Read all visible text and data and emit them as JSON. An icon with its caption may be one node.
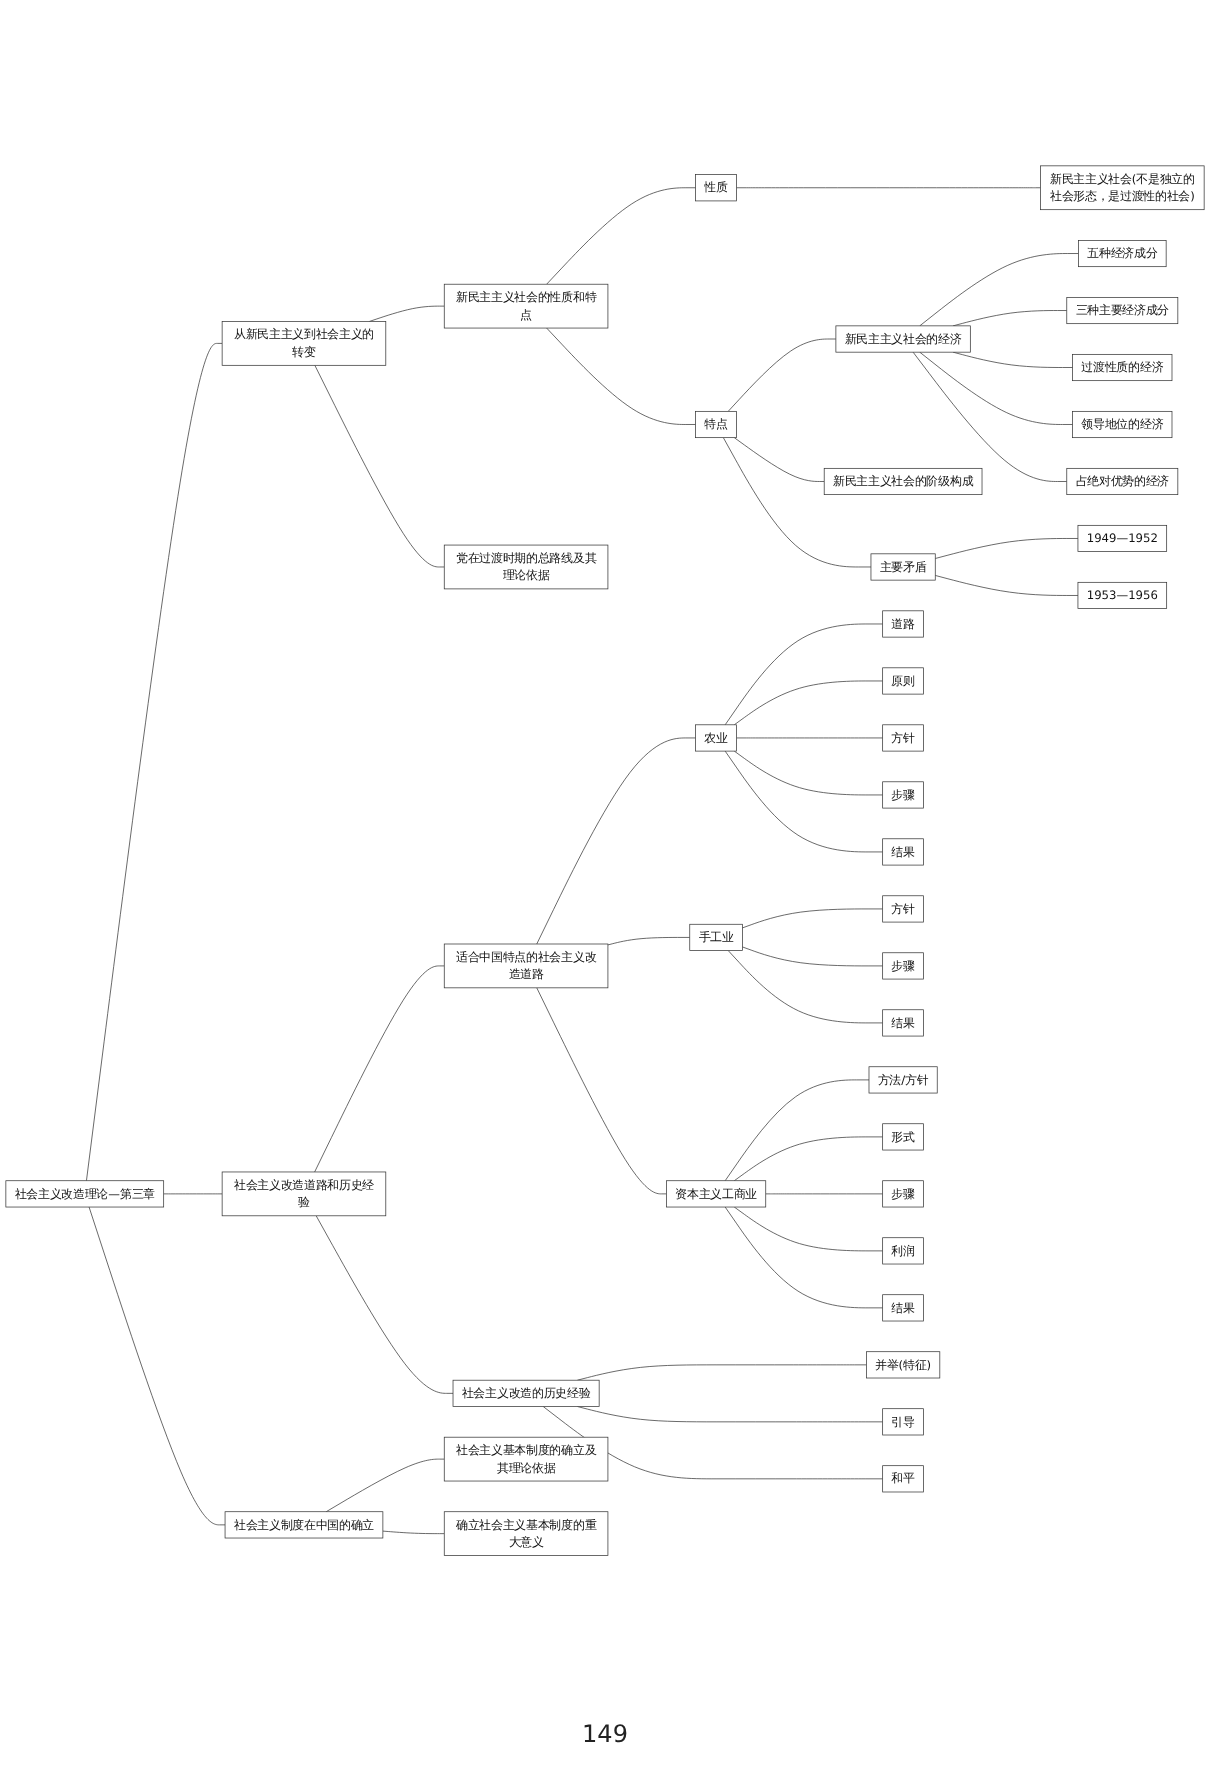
{
  "diagram": {
    "nodes": [
      {
        "text": [
          "社会主义改造理论—第三章"
        ]
      },
      {
        "text": [
          "从新民主主义到社会主义的转变"
        ]
      },
      {
        "text": [
          "新民主主义社会的性质和特点"
        ]
      },
      {
        "text": [
          "性质"
        ]
      },
      {
        "text": [
          "新民主主义社会(不是独立的社会形态，是过渡性的社会)"
        ]
      },
      {
        "text": [
          "特点"
        ]
      },
      {
        "text": [
          "新民主主义社会的经济"
        ]
      },
      {
        "text": [
          "五种经济成分"
        ]
      },
      {
        "text": [
          "三种主要经济成分"
        ]
      },
      {
        "text": [
          "过渡性质的经济"
        ]
      },
      {
        "text": [
          "领导地位的经济"
        ]
      },
      {
        "text": [
          "占绝对优势的经济"
        ]
      },
      {
        "text": [
          "新民主主义社会的阶级构成"
        ]
      },
      {
        "text": [
          "主要矛盾"
        ]
      },
      {
        "text": [
          "1949—1952"
        ]
      },
      {
        "text": [
          "1953—1956"
        ]
      },
      {
        "text": [
          "党在过渡时期的总路线及其理论依据"
        ]
      },
      {
        "text": [
          "社会主义改造道路和历史经验"
        ]
      },
      {
        "text": [
          "适合中国特点的社会主义改造道路"
        ]
      },
      {
        "text": [
          "农业"
        ]
      },
      {
        "text": [
          "道路"
        ]
      },
      {
        "text": [
          "原则"
        ]
      },
      {
        "text": [
          "方针"
        ]
      },
      {
        "text": [
          "步骤"
        ]
      },
      {
        "text": [
          "结果"
        ]
      },
      {
        "text": [
          "手工业"
        ]
      },
      {
        "text": [
          "方针"
        ]
      },
      {
        "text": [
          "步骤"
        ]
      },
      {
        "text": [
          "结果"
        ]
      },
      {
        "text": [
          "资本主义工商业"
        ]
      },
      {
        "text": [
          "方法/方针"
        ]
      },
      {
        "text": [
          "形式"
        ]
      },
      {
        "text": [
          "步骤"
        ]
      },
      {
        "text": [
          "利润"
        ]
      },
      {
        "text": [
          "结果"
        ]
      },
      {
        "text": [
          "社会主义改造的历史经验"
        ]
      },
      {
        "text": [
          "并举(特征)"
        ]
      },
      {
        "text": [
          "引导"
        ]
      },
      {
        "text": [
          "和平"
        ]
      },
      {
        "text": [
          "社会主义制度在中国的确立"
        ]
      },
      {
        "text": [
          "社会主义基本制度的确立及其理论依据"
        ]
      },
      {
        "text": [
          "确立社会主义基本制度的重大意义"
        ]
      }
    ],
    "edges": [
      {
        "from": 0,
        "to": 1,
        "arrow": "none"
      },
      {
        "from": 1,
        "to": 2,
        "arrow": "none"
      },
      {
        "from": 2,
        "to": 3,
        "arrow": "none"
      },
      {
        "from": 3,
        "to": 4,
        "arrow": "none"
      },
      {
        "from": 2,
        "to": 5,
        "arrow": "none"
      },
      {
        "from": 5,
        "to": 6,
        "arrow": "none"
      },
      {
        "from": 6,
        "to": 7,
        "arrow": "none"
      },
      {
        "from": 6,
        "to": 8,
        "arrow": "none"
      },
      {
        "from": 6,
        "to": 9,
        "arrow": "none"
      },
      {
        "from": 6,
        "to": 10,
        "arrow": "none"
      },
      {
        "from": 6,
        "to": 11,
        "arrow": "none"
      },
      {
        "from": 5,
        "to": 12,
        "arrow": "none"
      },
      {
        "from": 5,
        "to": 13,
        "arrow": "none"
      },
      {
        "from": 13,
        "to": 14,
        "arrow": "none"
      },
      {
        "from": 13,
        "to": 15,
        "arrow": "none"
      },
      {
        "from": 1,
        "to": 16,
        "arrow": "none"
      },
      {
        "from": 0,
        "to": 17,
        "arrow": "none"
      },
      {
        "from": 17,
        "to": 18,
        "arrow": "none"
      },
      {
        "from": 18,
        "to": 19,
        "arrow": "none"
      },
      {
        "from": 19,
        "to": 20,
        "arrow": "none"
      },
      {
        "from": 19,
        "to": 21,
        "arrow": "none"
      },
      {
        "from": 19,
        "to": 22,
        "arrow": "none"
      },
      {
        "from": 19,
        "to": 23,
        "arrow": "none"
      },
      {
        "from": 19,
        "to": 24,
        "arrow": "none"
      },
      {
        "from": 18,
        "to": 25,
        "arrow": "none"
      },
      {
        "from": 25,
        "to": 26,
        "arrow": "none"
      },
      {
        "from": 25,
        "to": 27,
        "arrow": "none"
      },
      {
        "from": 25,
        "to": 28,
        "arrow": "none"
      },
      {
        "from": 18,
        "to": 29,
        "arrow": "none"
      },
      {
        "from": 29,
        "to": 30,
        "arrow": "none"
      },
      {
        "from": 29,
        "to": 31,
        "arrow": "none"
      },
      {
        "from": 29,
        "to": 32,
        "arrow": "none"
      },
      {
        "from": 29,
        "to": 33,
        "arrow": "none"
      },
      {
        "from": 29,
        "to": 34,
        "arrow": "none"
      },
      {
        "from": 17,
        "to": 35,
        "arrow": "none"
      },
      {
        "from": 35,
        "to": 36,
        "arrow": "none"
      },
      {
        "from": 35,
        "to": 37,
        "arrow": "none"
      },
      {
        "from": 35,
        "to": 38,
        "arrow": "none"
      },
      {
        "from": 0,
        "to": 39,
        "arrow": "none"
      },
      {
        "from": 39,
        "to": 40,
        "arrow": "none"
      },
      {
        "from": 39,
        "to": 41,
        "arrow": "none"
      }
    ],
    "labels": [
      "149"
    ]
  }
}
